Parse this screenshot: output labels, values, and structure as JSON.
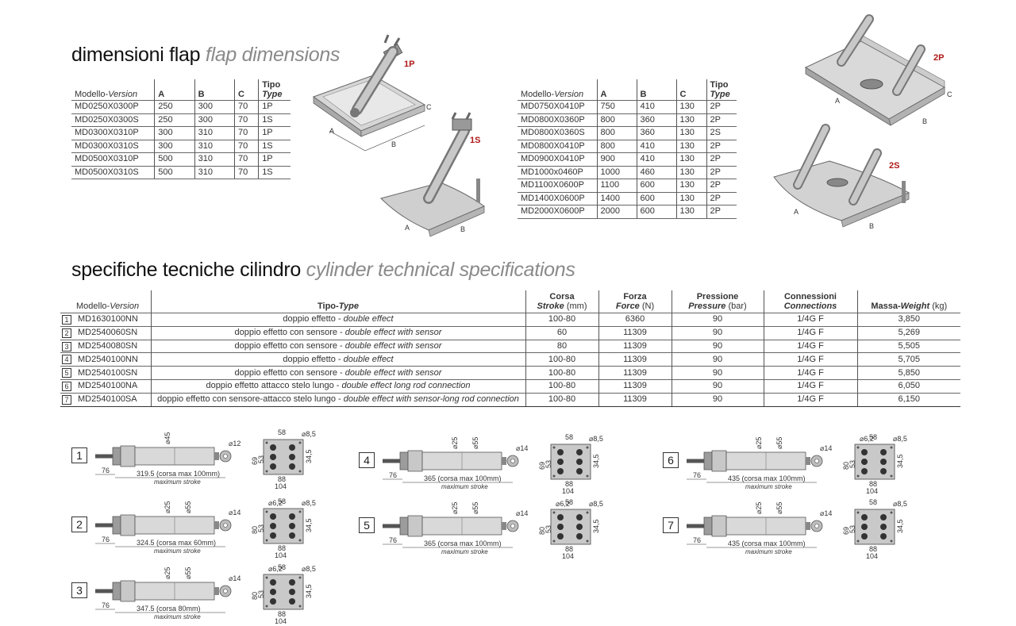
{
  "flap_section": {
    "title_it": "dimensioni flap",
    "title_en": "flap dimensions",
    "table_headers": {
      "model_it": "Modello-",
      "model_en": "Version",
      "a": "A",
      "b": "B",
      "c": "C",
      "type_it": "Tipo",
      "type_en": "Type"
    },
    "left_rows": [
      [
        "MD0250X0300P",
        "250",
        "300",
        "70",
        "1P"
      ],
      [
        "MD0250X0300S",
        "250",
        "300",
        "70",
        "1S"
      ],
      [
        "MD0300X0310P",
        "300",
        "310",
        "70",
        "1P"
      ],
      [
        "MD0300X0310S",
        "300",
        "310",
        "70",
        "1S"
      ],
      [
        "MD0500X0310P",
        "500",
        "310",
        "70",
        "1P"
      ],
      [
        "MD0500X0310S",
        "500",
        "310",
        "70",
        "1S"
      ]
    ],
    "right_rows": [
      [
        "MD0750X0410P",
        "750",
        "410",
        "130",
        "2P"
      ],
      [
        "MD0800X0360P",
        "800",
        "360",
        "130",
        "2P"
      ],
      [
        "MD0800X0360S",
        "800",
        "360",
        "130",
        "2S"
      ],
      [
        "MD0800X0410P",
        "800",
        "410",
        "130",
        "2P"
      ],
      [
        "MD0900X0410P",
        "900",
        "410",
        "130",
        "2P"
      ],
      [
        "MD1000x0460P",
        "1000",
        "460",
        "130",
        "2P"
      ],
      [
        "MD1100X0600P",
        "1100",
        "600",
        "130",
        "2P"
      ],
      [
        "MD1400X0600P",
        "1400",
        "600",
        "130",
        "2P"
      ],
      [
        "MD2000X0600P",
        "2000",
        "600",
        "130",
        "2P"
      ]
    ],
    "image_labels": {
      "p1": "1P",
      "s1": "1S",
      "p2": "2P",
      "s2": "2S",
      "a": "A",
      "b": "B",
      "c": "C"
    }
  },
  "cylinder_section": {
    "title_it": "specifiche tecniche cilindro",
    "title_en": "cylinder technical specifications",
    "headers": {
      "model_it": "Modello-",
      "model_en": "Version",
      "type_it": "Tipo-",
      "type_en": "Type",
      "stroke_it": "Corsa",
      "stroke_en": "Stroke",
      "stroke_unit": "(mm)",
      "force_it": "Forza",
      "force_en": "Force",
      "force_unit": "(N)",
      "pressure_it": "Pressione",
      "pressure_en": "Pressure",
      "pressure_unit": "(bar)",
      "conn_it": "Connessioni",
      "conn_en": "Connections",
      "mass_it": "Massa-",
      "mass_en": "Weight",
      "mass_unit": "(kg)"
    },
    "rows": [
      {
        "no": "1",
        "model": "MD1630100NN",
        "type_it": "doppio effetto - ",
        "type_en": "double effect",
        "stroke": "100-80",
        "force": "6360",
        "pressure": "90",
        "conn": "1/4G F",
        "mass": "3,850"
      },
      {
        "no": "2",
        "model": "MD2540060SN",
        "type_it": "doppio effetto con sensore - ",
        "type_en": "double effect with sensor",
        "stroke": "60",
        "force": "11309",
        "pressure": "90",
        "conn": "1/4G F",
        "mass": "5,269"
      },
      {
        "no": "3",
        "model": "MD2540080SN",
        "type_it": "doppio effetto con sensore - ",
        "type_en": "double effect with sensor",
        "stroke": "80",
        "force": "11309",
        "pressure": "90",
        "conn": "1/4G F",
        "mass": "5,505"
      },
      {
        "no": "4",
        "model": "MD2540100NN",
        "type_it": "doppio effetto - ",
        "type_en": "double effect",
        "stroke": "100-80",
        "force": "11309",
        "pressure": "90",
        "conn": "1/4G F",
        "mass": "5,705"
      },
      {
        "no": "5",
        "model": "MD2540100SN",
        "type_it": "doppio effetto con sensore - ",
        "type_en": "double effect with sensor",
        "stroke": "100-80",
        "force": "11309",
        "pressure": "90",
        "conn": "1/4G F",
        "mass": "5,850"
      },
      {
        "no": "6",
        "model": "MD2540100NA",
        "type_it": "doppio effetto attacco stelo lungo - ",
        "type_en": "double effect long rod connection",
        "stroke": "100-80",
        "force": "11309",
        "pressure": "90",
        "conn": "1/4G F",
        "mass": "6,050"
      },
      {
        "no": "7",
        "model": "MD2540100SA",
        "type_it": "doppio effetto con sensore-attacco stelo lungo - ",
        "type_en": "double effect with sensor-long rod connection",
        "stroke": "100-80",
        "force": "11309",
        "pressure": "90",
        "conn": "1/4G F",
        "mass": "6,150"
      }
    ]
  },
  "drawings": [
    {
      "no": "1",
      "rod_dia": "⌀12",
      "body_dia": "⌀45",
      "stroke_text": "319.5 (corsa max 100mm)",
      "offset": "76",
      "hole": "⌀8,5",
      "w1": "58",
      "w2": "88",
      "w3": "104",
      "h1": "69",
      "h2": "53",
      "h3": "34,5"
    },
    {
      "no": "2",
      "rod_dia": "⌀14",
      "body_dia": "⌀25",
      "body_dia2": "⌀55",
      "stroke_text": "324.5 (corsa max 60mm)",
      "offset": "76",
      "hole": "⌀8,5",
      "hole2": "⌀6,2",
      "w1": "58",
      "w2": "88",
      "w3": "104",
      "h1": "80",
      "h2": "53",
      "h3": "34,5"
    },
    {
      "no": "3",
      "rod_dia": "⌀14",
      "body_dia": "⌀25",
      "body_dia2": "⌀55",
      "stroke_text": "347.5 (corsa 80mm)",
      "offset": "76",
      "hole": "⌀8,5",
      "hole2": "⌀6,2",
      "w1": "58",
      "w2": "88",
      "w3": "104",
      "h1": "80",
      "h2": "53",
      "h3": "34,5"
    },
    {
      "no": "4",
      "rod_dia": "⌀14",
      "body_dia": "⌀25",
      "body_dia2": "⌀55",
      "stroke_text": "365 (corsa max 100mm)",
      "offset": "76",
      "hole": "⌀8,5",
      "w1": "58",
      "w2": "88",
      "w3": "104",
      "h1": "69",
      "h2": "53",
      "h3": "34,5"
    },
    {
      "no": "5",
      "rod_dia": "⌀14",
      "body_dia": "⌀25",
      "body_dia2": "⌀55",
      "stroke_text": "365 (corsa max 100mm)",
      "offset": "76",
      "hole": "⌀8,5",
      "hole2": "⌀6,2",
      "w1": "58",
      "w2": "88",
      "w3": "104",
      "h1": "80",
      "h2": "53",
      "h3": "34,5"
    },
    {
      "no": "6",
      "rod_dia": "⌀14",
      "body_dia": "⌀25",
      "body_dia2": "⌀55",
      "stroke_text": "435 (corsa max 100mm)",
      "offset": "76",
      "hole": "⌀8,5",
      "hole2": "⌀6,2",
      "w1": "58",
      "w2": "88",
      "w3": "104",
      "h1": "80",
      "h2": "53",
      "h3": "34,5"
    },
    {
      "no": "7",
      "rod_dia": "⌀14",
      "body_dia": "⌀25",
      "body_dia2": "⌀55",
      "stroke_text": "435 (corsa max 100mm)",
      "offset": "76",
      "hole": "⌀8,5",
      "w1": "58",
      "w2": "88",
      "w3": "104",
      "h1": "69",
      "h2": "53",
      "h3": "34,5"
    }
  ],
  "drawing_caption": "maximum stroke"
}
